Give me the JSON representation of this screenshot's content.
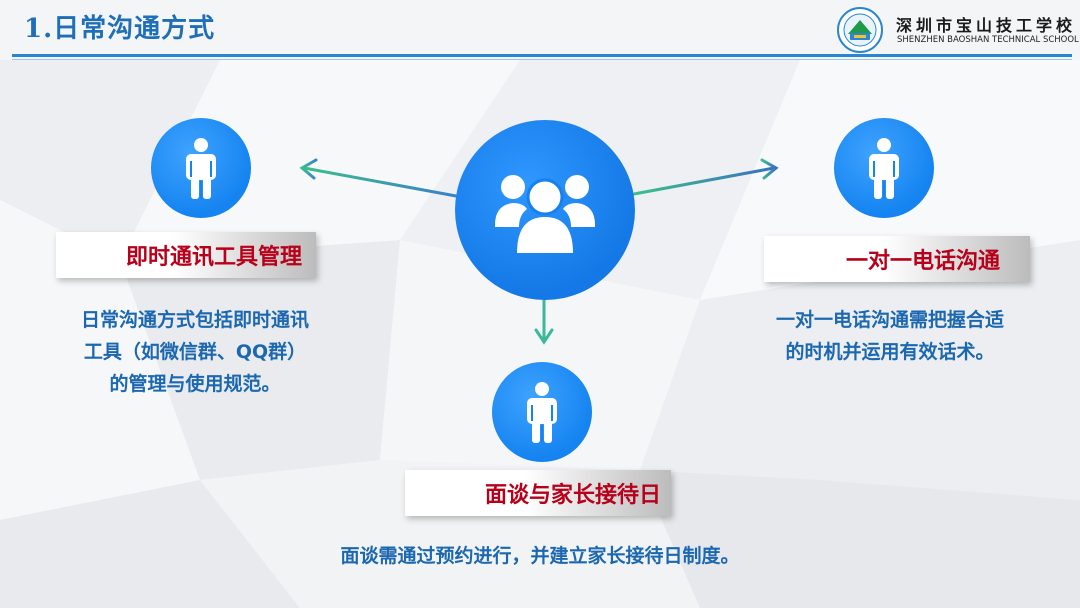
{
  "header": {
    "title": "1.日常沟通方式",
    "school_name_cn": "深圳市宝山技工学校",
    "school_name_en": "SHENZHEN BAOSHAN TECHNICAL SCHOOL",
    "logo_icon": "school-emblem-icon"
  },
  "colors": {
    "title": "#1f6fb8",
    "accent_blue": "#1584f0",
    "label_red": "#b8001a",
    "description_blue": "#1c68b0",
    "arrow_teal": "#3bb89c"
  },
  "center": {
    "icon": "group-people-icon"
  },
  "nodes": {
    "left": {
      "icon": "person-icon",
      "label": "即时通讯工具管理",
      "desc_lines": [
        "日常沟通方式包括即时通讯",
        "工具（如微信群、QQ群）",
        "的管理与使用规范。"
      ]
    },
    "right": {
      "icon": "person-icon",
      "label": "一对一电话沟通",
      "desc_lines": [
        "一对一电话沟通需把握合适",
        "的时机并运用有效话术。"
      ]
    },
    "bottom": {
      "icon": "person-icon",
      "label": "面谈与家长接待日",
      "desc_lines": [
        "面谈需通过预约进行，并建立家长接待日制度。"
      ]
    }
  }
}
